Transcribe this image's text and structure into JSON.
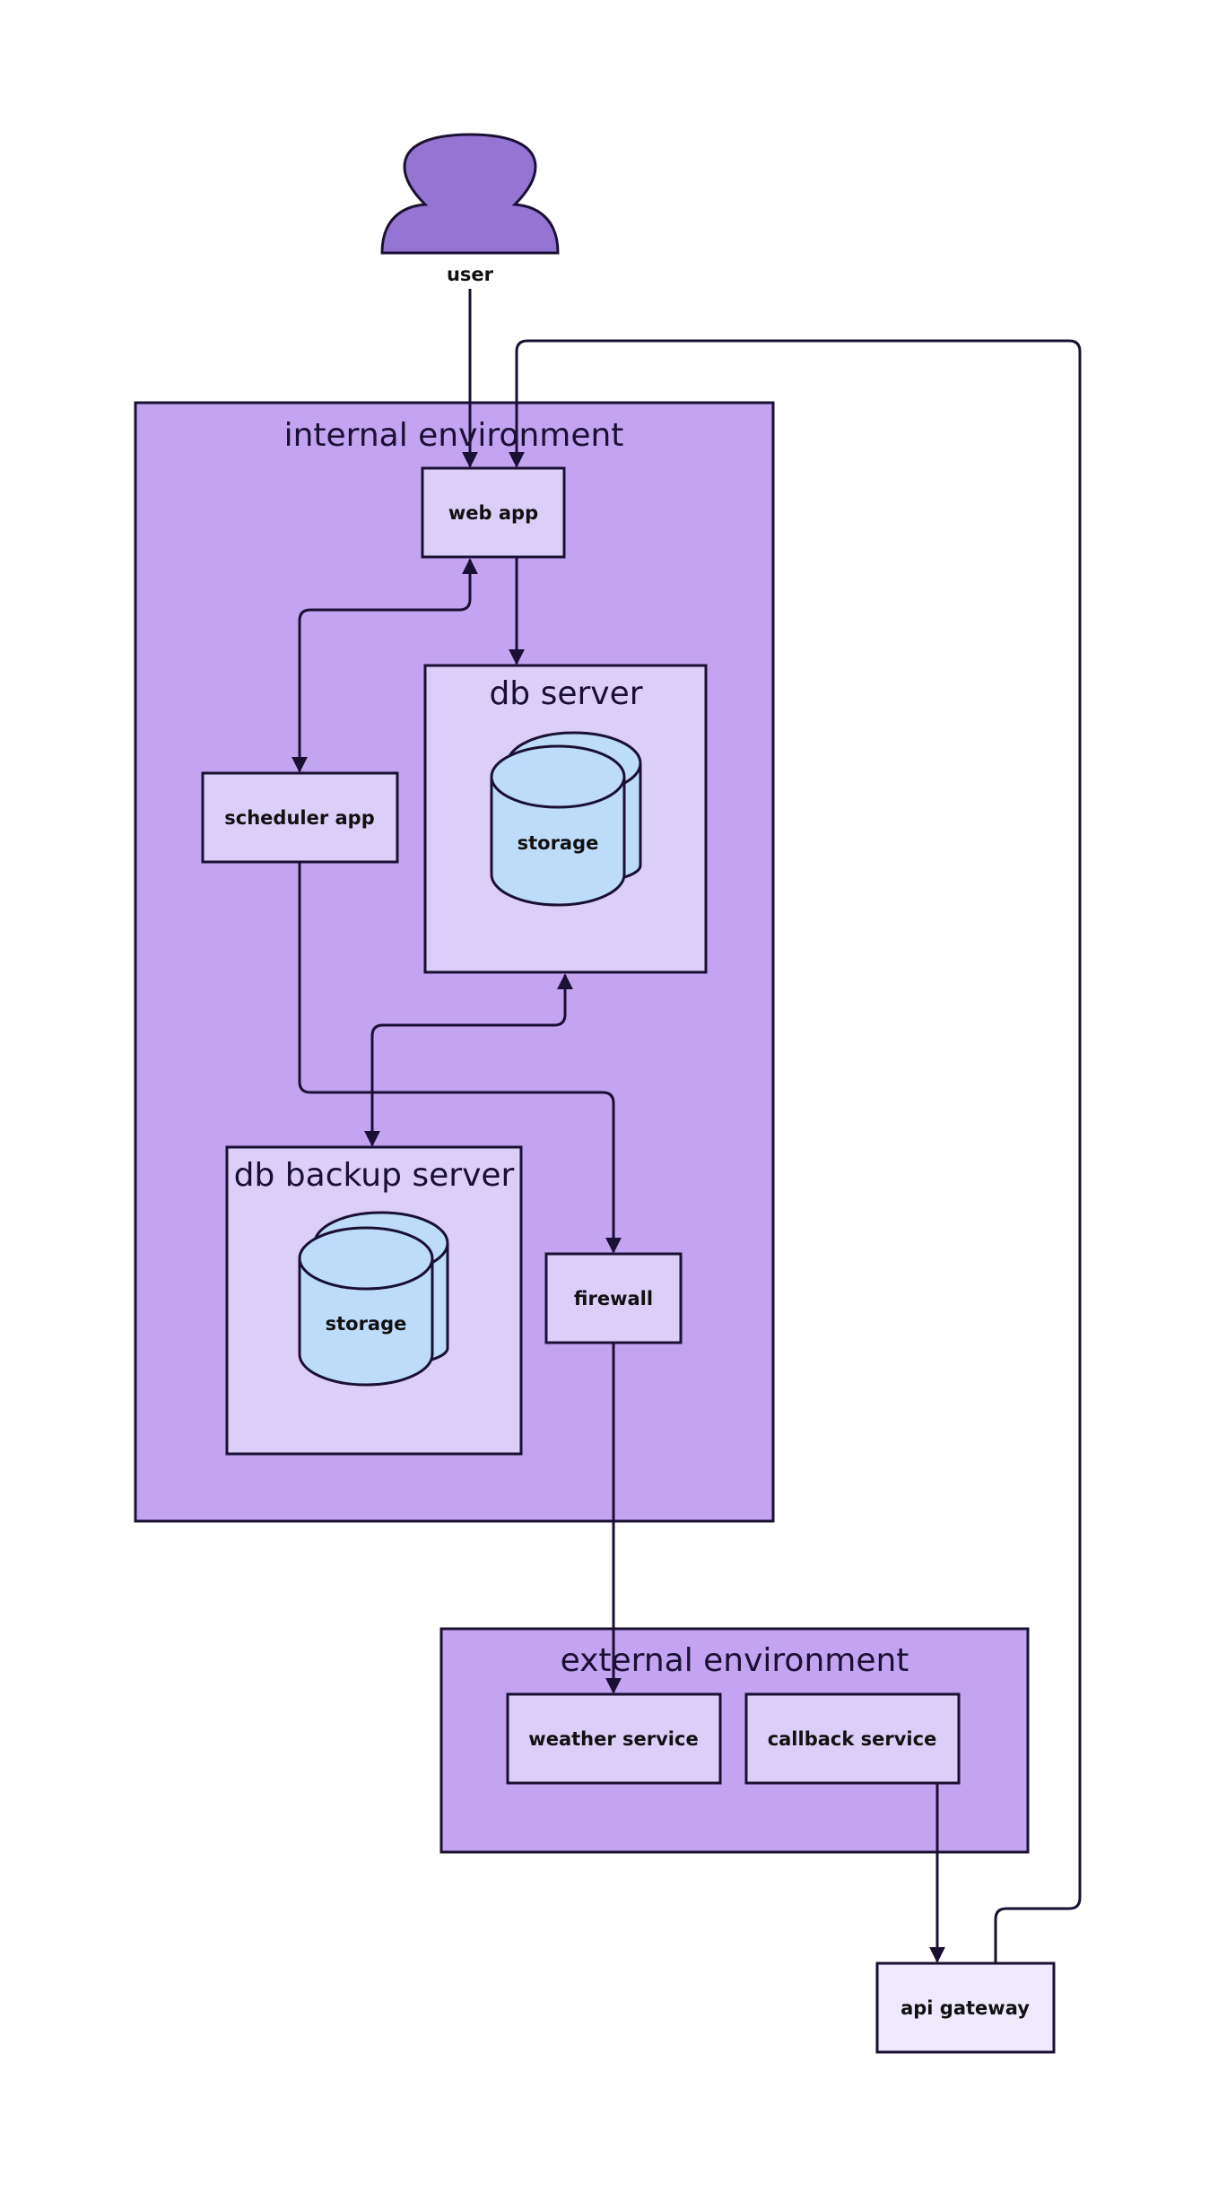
{
  "containers": {
    "internal": {
      "label": "internal environment"
    },
    "db_server": {
      "label": "db server"
    },
    "db_backup": {
      "label": "db backup server"
    },
    "external": {
      "label": "external environment"
    }
  },
  "nodes": {
    "user": "user",
    "web_app": "web app",
    "scheduler_app": "scheduler app",
    "storage_db": "storage",
    "storage_backup": "storage",
    "firewall": "firewall",
    "weather_service": "weather service",
    "callback_service": "callback service",
    "api_gateway": "api gateway"
  },
  "colors": {
    "outer_container": "#c2a4f1",
    "inner_box": "#dbcff9",
    "light_box": "#efe9fd",
    "storage": "#bcdcfa",
    "person": "#9475d4",
    "stroke": "#1a1033"
  }
}
